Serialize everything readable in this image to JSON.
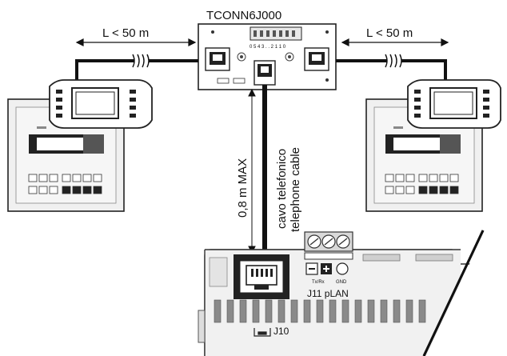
{
  "diagram": {
    "title": "TCONN6J000",
    "length_left": "L < 50 m",
    "length_right": "L < 50 m",
    "vertical_max": "0,8 m MAX",
    "cable_it": "cavo telefonico",
    "cable_en": "telephone cable",
    "connector_label": "J11 pLAN",
    "connector_j10": "J10",
    "pin_rx": "Tx/Rx",
    "pin_gnd": "GND",
    "pin_numbers": "0 5 4 3 . . 2 1 1 0"
  }
}
